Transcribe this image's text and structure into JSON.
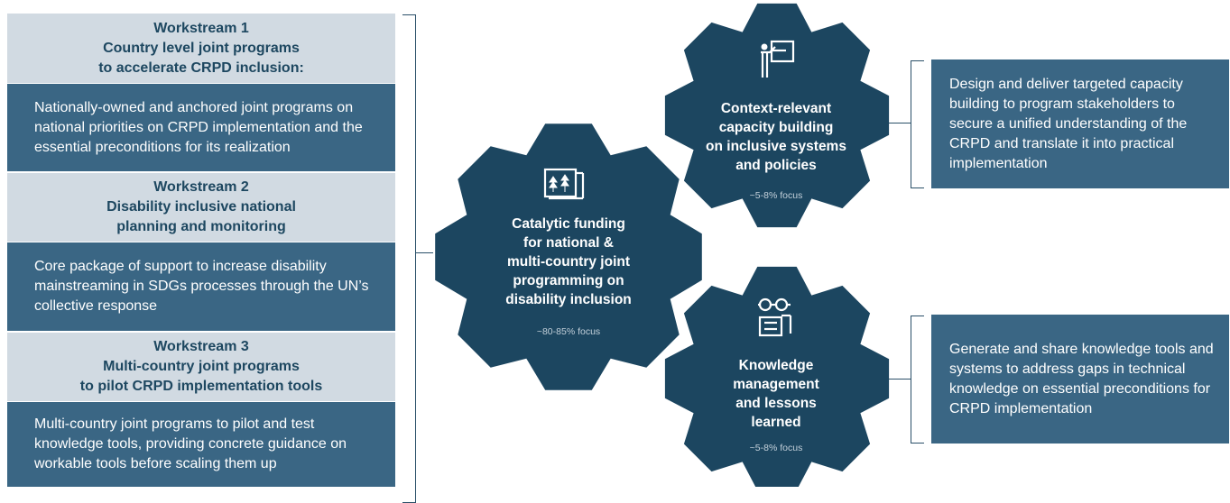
{
  "workstreams": [
    {
      "title": "Workstream 1\nCountry level joint programs\nto accelerate CRPD inclusion:",
      "body": "Nationally-owned and anchored joint programs on national priorities on CRPD implementation and the essential preconditions for its realization"
    },
    {
      "title": "Workstream 2\nDisability inclusive national\nplanning and monitoring",
      "body": "Core package of support to increase disability mainstreaming in SDGs processes through the UN’s collective response"
    },
    {
      "title": "Workstream 3\nMulti-country joint programs\nto pilot CRPD implementation tools",
      "body": "Multi-country joint programs to pilot and test knowledge tools, providing concrete guidance on workable tools before scaling them up"
    }
  ],
  "gears": {
    "main": {
      "title": "Catalytic funding\nfor national &\nmulti-country joint\nprogramming on\ndisability inclusion",
      "focus": "~80-85% focus",
      "icon": "funding-chart-icon"
    },
    "capacity": {
      "title": "Context-relevant\ncapacity building\non inclusive systems\nand policies",
      "focus": "~5-8% focus",
      "icon": "presenter-board-icon"
    },
    "knowledge": {
      "title": "Knowledge\nmanagement\nand lessons\nlearned",
      "focus": "~5-8% focus",
      "icon": "glasses-documents-icon"
    }
  },
  "descriptions": {
    "capacity": "Design and deliver targeted capacity building to program stakeholders to secure a unified understanding of the CRPD and translate it into practical implementation",
    "knowledge": "Generate and share knowledge tools and systems to address gaps in technical knowledge on essential preconditions for CRPD implementation"
  },
  "colors": {
    "gear": "#1c4660",
    "header_bg": "#d1dae2",
    "body_bg": "#3a6684",
    "header_text": "#1d4760"
  }
}
